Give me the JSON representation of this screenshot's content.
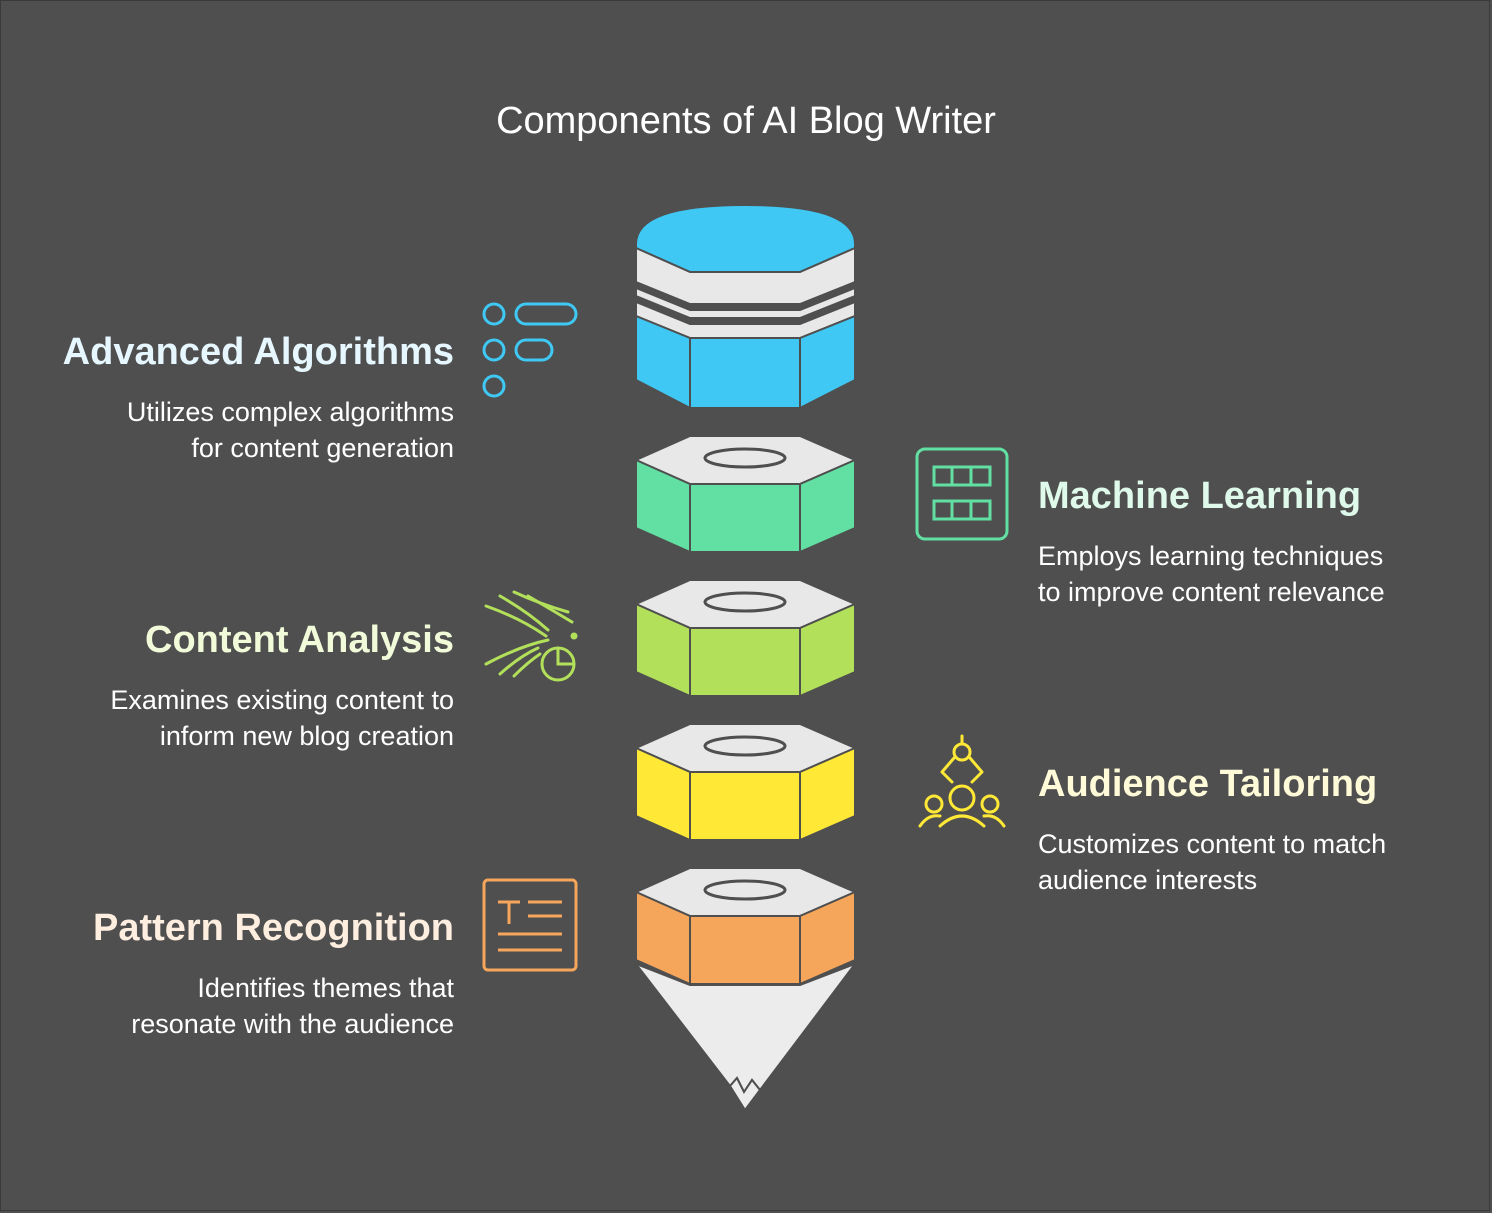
{
  "title": "Components of AI Blog Writer",
  "components": [
    {
      "key": "advanced_algorithms",
      "heading": "Advanced Algorithms",
      "desc_line1": "Utilizes complex algorithms",
      "desc_line2": "for content generation",
      "color": "#40c8f5",
      "heading_color": "#e6f7ff",
      "icon": "list-toggle-icon"
    },
    {
      "key": "machine_learning",
      "heading": "Machine Learning",
      "desc_line1": "Employs learning techniques",
      "desc_line2": "to improve content relevance",
      "color": "#62e0a3",
      "heading_color": "#dff9ea",
      "icon": "grid-table-icon"
    },
    {
      "key": "content_analysis",
      "heading": "Content Analysis",
      "desc_line1": "Examines existing content to",
      "desc_line2": "inform new blog creation",
      "color": "#b3e05a",
      "heading_color": "#f1fbd9",
      "icon": "wind-pie-chart-icon"
    },
    {
      "key": "audience_tailoring",
      "heading": "Audience Tailoring",
      "desc_line1": "Customizes content to match",
      "desc_line2": "audience interests",
      "color": "#ffe936",
      "heading_color": "#fffbd8",
      "icon": "robot-arm-user-icon"
    },
    {
      "key": "pattern_recognition",
      "heading": "Pattern Recognition",
      "desc_line1": "Identifies themes that",
      "desc_line2": "resonate with the audience",
      "color": "#f5a65b",
      "heading_color": "#fdeee0",
      "icon": "text-document-icon"
    }
  ],
  "pencil": {
    "cap_color": "#40c8f5",
    "ring_color": "#e8e8e8",
    "tip_color": "#ececec",
    "outline_color": "#4f4f4f"
  }
}
